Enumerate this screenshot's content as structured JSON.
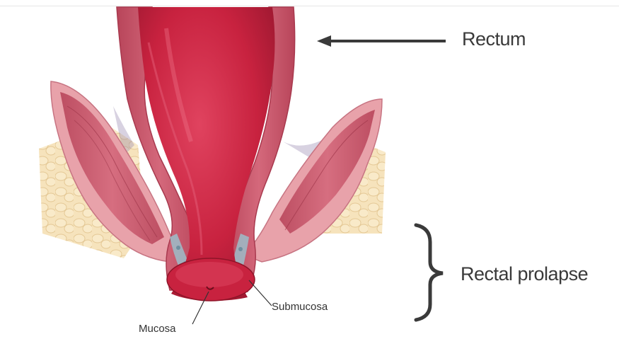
{
  "labels": {
    "rectum": "Rectum",
    "rectal_prolapse": "Rectal prolapse",
    "submucosa": "Submucosa",
    "mucosa": "Mucosa"
  },
  "colors": {
    "background": "#ffffff",
    "rectum_body": "#c8223f",
    "rectum_highlight": "#e24d68",
    "muscle_wall": "#c9566b",
    "outer_tissue": "#e8a2aa",
    "fat": "#f4dcae",
    "submucosa_layer": "#9fb8c4",
    "label_text": "#3a3a3a"
  },
  "icons": [
    "arrow-left-icon",
    "curly-brace-icon"
  ]
}
